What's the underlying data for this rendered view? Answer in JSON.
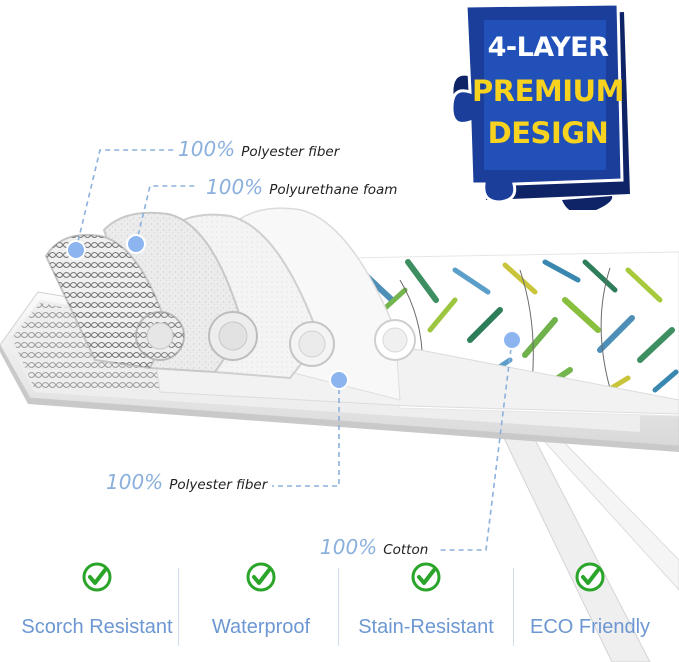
{
  "badge": {
    "line1": "4-LAYER",
    "line2": "PREMIUM",
    "line3": "DESIGN",
    "colors": {
      "fill": "#1a3e9a",
      "border": "#ffffff",
      "shadow": "#0e2466",
      "accent_text": "#f7d21e"
    }
  },
  "layers": [
    {
      "percent": "100%",
      "material": "Polyester fiber"
    },
    {
      "percent": "100%",
      "material": "Polyurethane foam"
    },
    {
      "percent": "100%",
      "material": "Polyester fiber"
    },
    {
      "percent": "100%",
      "material": "Cotton"
    }
  ],
  "features": [
    {
      "label": "Scorch Resistant",
      "icon": "check-icon"
    },
    {
      "label": "Waterproof",
      "icon": "check-icon"
    },
    {
      "label": "Stain-Resistant",
      "icon": "check-icon"
    },
    {
      "label": "ECO Friendly",
      "icon": "check-icon"
    }
  ],
  "colors": {
    "label_blue": "#8bb0dd",
    "feature_blue": "#6c97d2",
    "check_green": "#2aa52a",
    "marker_blue": "#8cb5f0"
  }
}
